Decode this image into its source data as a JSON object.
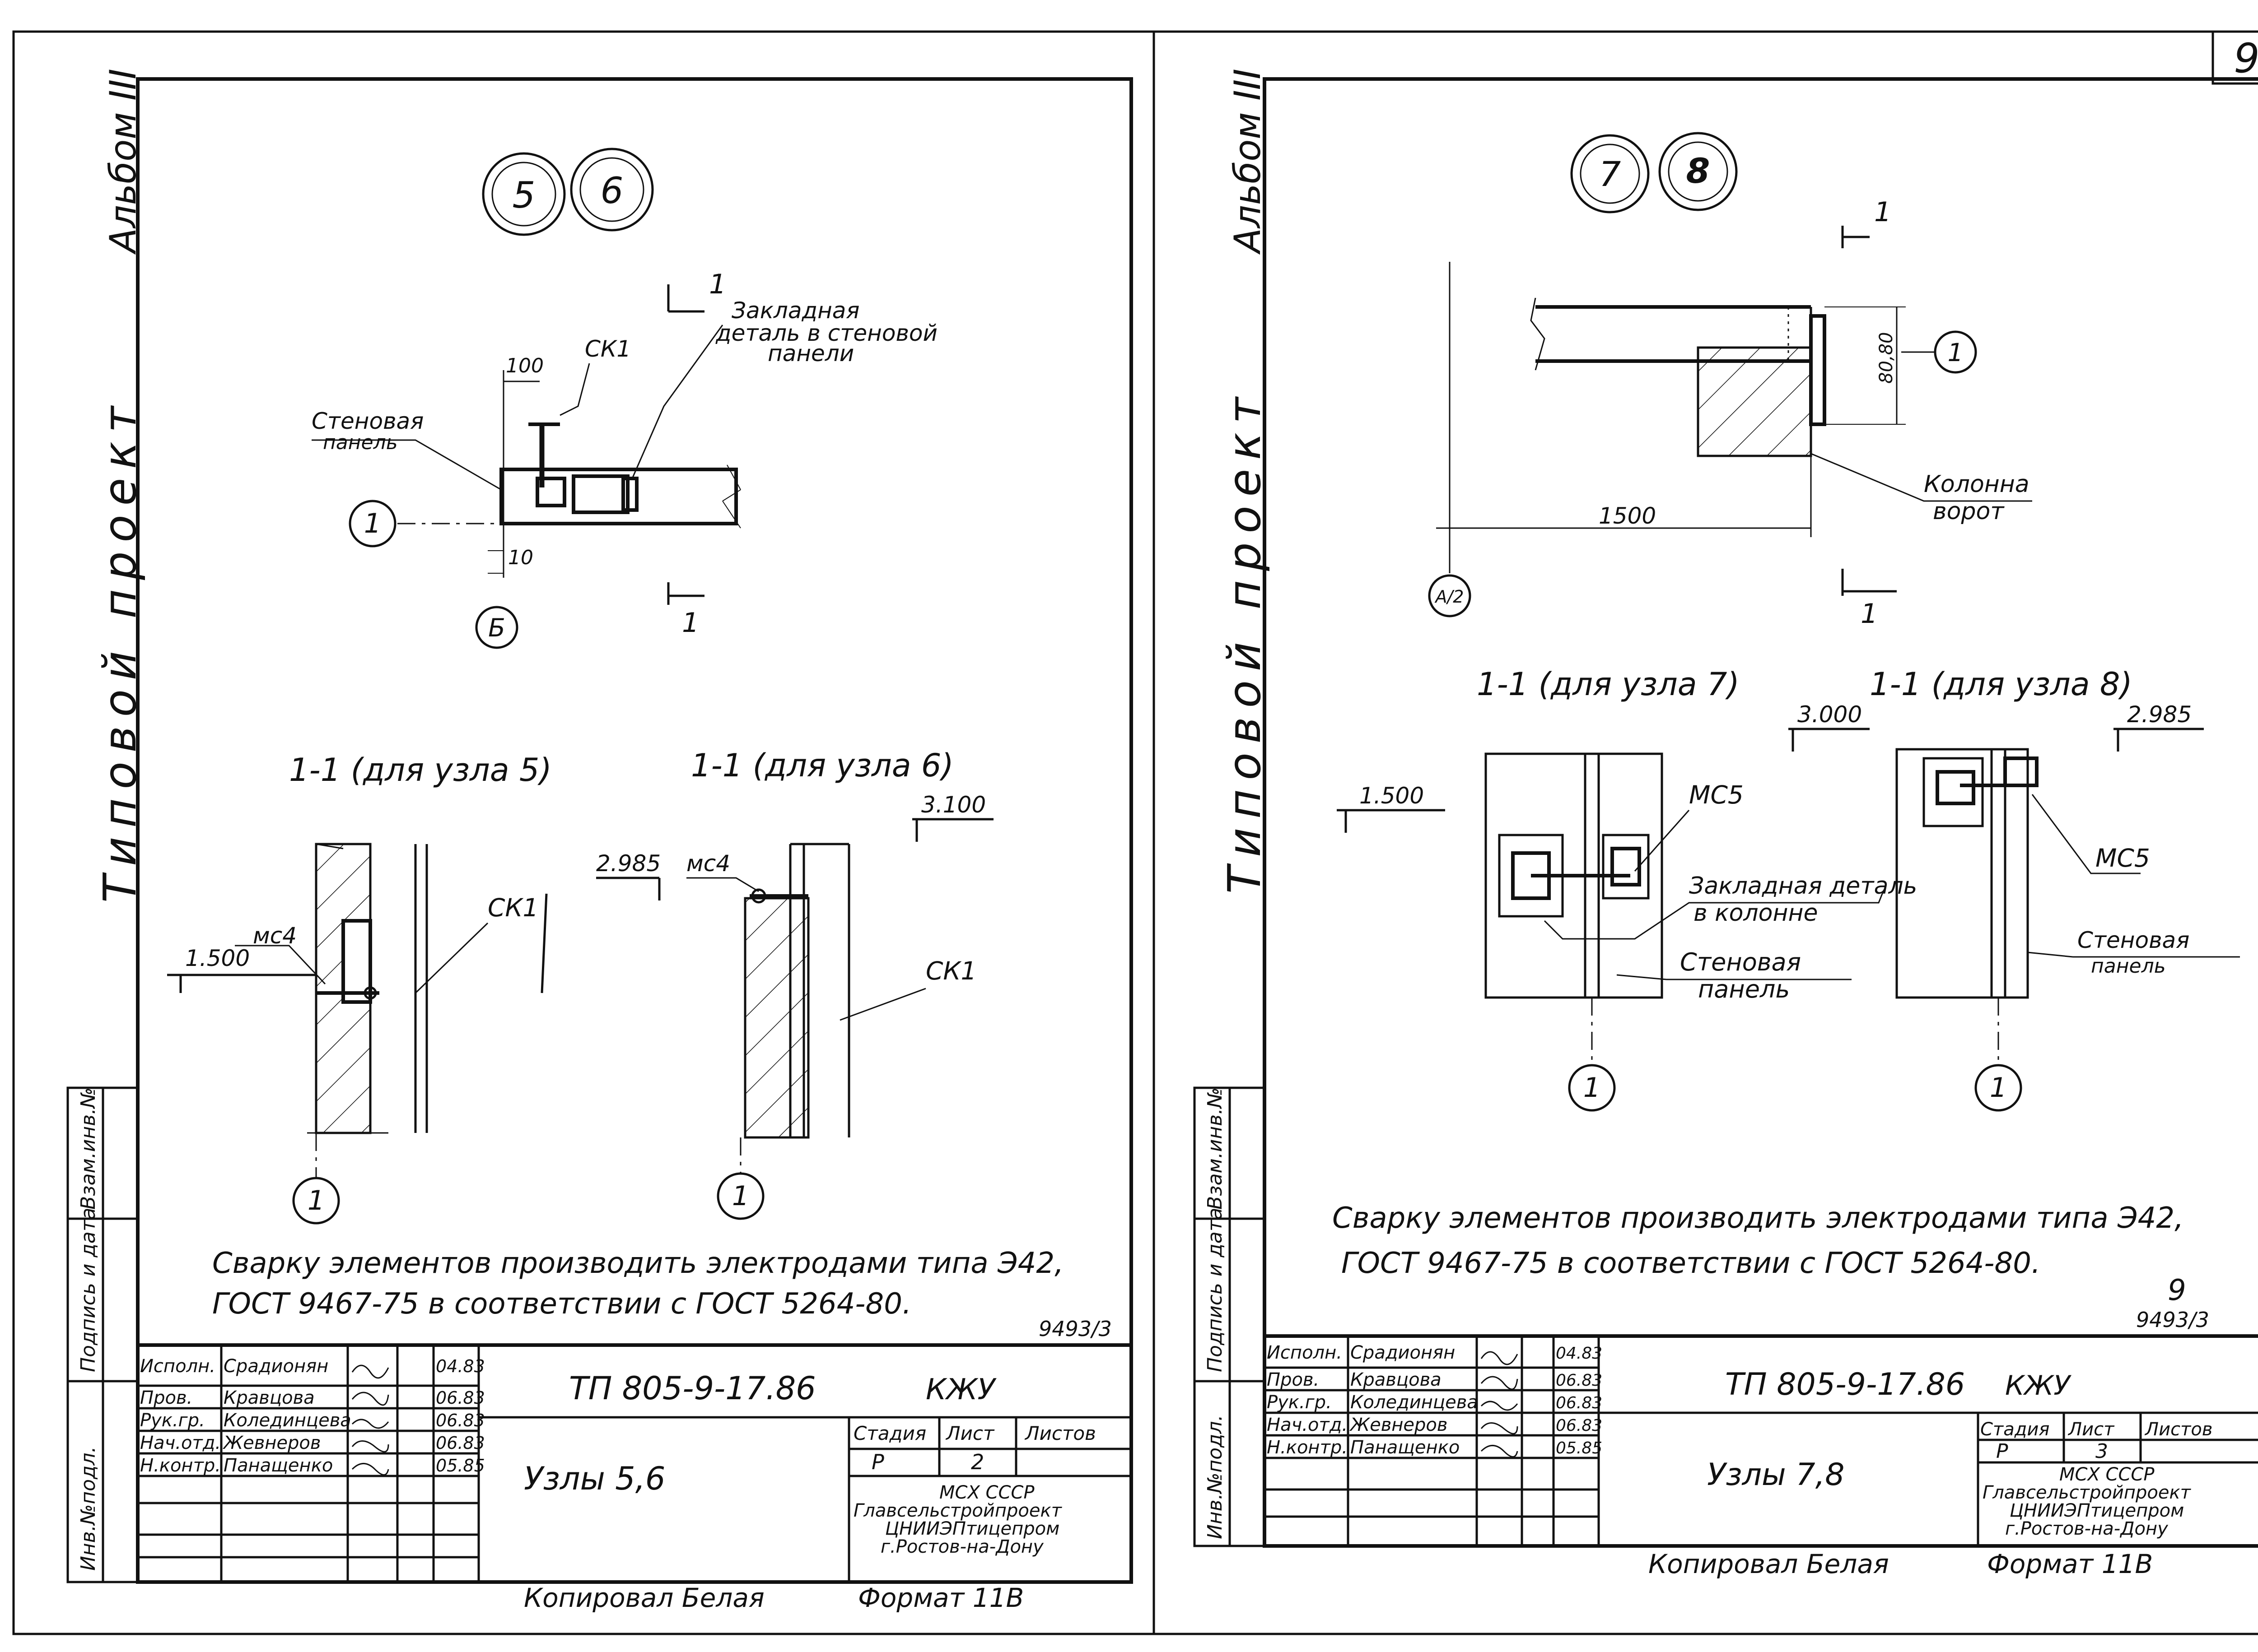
{
  "sheet_number": "9",
  "side_labels": {
    "album": "Альбом III",
    "typical_project": "Типовой проект",
    "stamp_columns": [
      "Инв.№подл.",
      "Подпись и дата",
      "Взам.инв.№"
    ]
  },
  "left": {
    "node_circles": [
      "5",
      "6"
    ],
    "plan": {
      "section_mark": "1",
      "dim_100": "100",
      "dim_10": "10",
      "ck1": "СК1",
      "embedded_part": [
        "Закладная",
        "деталь в стеновой",
        "панели"
      ],
      "wall_panel": [
        "Стеновая",
        "панель"
      ],
      "axis_1": "1",
      "axis_b": "Б"
    },
    "sec5": {
      "title": "1-1 (для узла 5)",
      "level": "1.500",
      "mc": "мс4",
      "ck1": "СК1",
      "axis": "1"
    },
    "sec6": {
      "title": "1-1 (для узла 6)",
      "level_top": "3.100",
      "level": "2.985",
      "mc": "мс4",
      "ck1": "СК1",
      "axis": "1"
    },
    "note": [
      "Сварку элементов производить электродами типа Э42,",
      "ГОСТ 9467-75 в соответствии с ГОСТ 5264-80."
    ],
    "stamp_code": "9493/3",
    "signatures": [
      {
        "role": "Исполн.",
        "name": "Срадионян",
        "date": "04.83"
      },
      {
        "role": "Пров.",
        "name": "Кравцова",
        "date": "06.83"
      },
      {
        "role": "Рук.гр.",
        "name": "Колединцева",
        "date": "06.83"
      },
      {
        "role": "Нач.отд.",
        "name": "Жевнеров",
        "date": "06.83"
      },
      {
        "role": "Н.контр.",
        "name": "Панащенко",
        "date": "05.85"
      }
    ],
    "project_code": "ТП 805-9-17.86",
    "mark": "КЖУ",
    "title": "Узлы 5,6",
    "stage_head": [
      "Стадия",
      "Лист",
      "Листов"
    ],
    "stage": "Р",
    "sheet": "2",
    "org": [
      "МСХ СССР",
      "Главсельстройпроект",
      "ЦНИИЭПтицепром",
      "г.Ростов-на-Дону"
    ],
    "copied": "Копировал Белая",
    "format": "Формат 11В"
  },
  "right": {
    "node_circles": [
      "7",
      "8"
    ],
    "plan": {
      "section_mark": "1",
      "dim_1500": "1500",
      "dim_80": "80,80",
      "axis_1": "1",
      "axis_a": "А/2",
      "column": [
        "Колонна",
        "ворот"
      ]
    },
    "sec7": {
      "title": "1-1 (для узла 7)",
      "level": "1.500",
      "level_top": "3.000",
      "mc": "МС5",
      "axis": "1"
    },
    "sec8": {
      "title": "1-1 (для узла 8)",
      "level": "2.985",
      "mc": "МС5",
      "axis": "1"
    },
    "embedded_column": [
      "Закладная деталь",
      "в колонне"
    ],
    "wall_panel_a": [
      "Стеновая",
      "панель"
    ],
    "wall_panel_b": [
      "Стеновая",
      "панель"
    ],
    "note": [
      "Сварку элементов производить электродами типа Э42,",
      "ГОСТ 9467-75 в соответствии с ГОСТ 5264-80."
    ],
    "stamp_code": "9493/3",
    "stamp_sheet": "9",
    "signatures": [
      {
        "role": "Исполн.",
        "name": "Срадионян",
        "date": "04.83"
      },
      {
        "role": "Пров.",
        "name": "Кравцова",
        "date": "06.83"
      },
      {
        "role": "Рук.гр.",
        "name": "Колединцева",
        "date": "06.83"
      },
      {
        "role": "Нач.отд.",
        "name": "Жевнеров",
        "date": "06.83"
      },
      {
        "role": "Н.контр.",
        "name": "Панащенко",
        "date": "05.85"
      }
    ],
    "project_code": "ТП 805-9-17.86",
    "mark": "КЖУ",
    "title": "Узлы 7,8",
    "stage_head": [
      "Стадия",
      "Лист",
      "Листов"
    ],
    "stage": "Р",
    "sheet": "3",
    "org": [
      "МСХ СССР",
      "Главсельстройпроект",
      "ЦНИИЭПтицепром",
      "г.Ростов-на-Дону"
    ],
    "copied": "Копировал Белая",
    "format": "Формат 11В"
  }
}
